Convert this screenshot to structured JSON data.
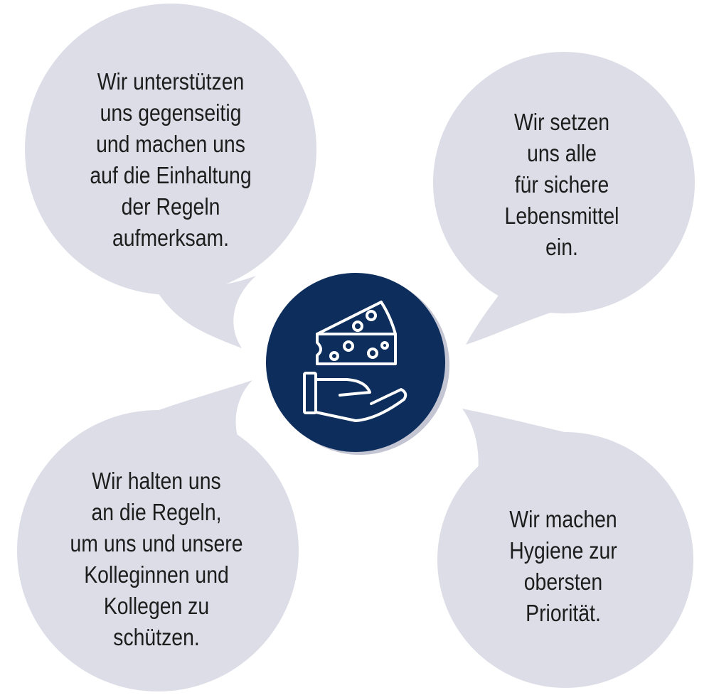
{
  "bubbles": {
    "top_left": "Wir unterstützen\nuns gegenseitig\nund machen uns\nauf die Einhaltung\nder Regeln\naufmerksam.",
    "top_right": "Wir setzen\nuns alle\nfür sichere\nLebensmittel\nein.",
    "bottom_left": "Wir halten uns\nan die Regeln,\num uns und unsere\nKolleginnen und\nKollegen zu\nschützen.",
    "bottom_right": "Wir machen\nHygiene zur\nobersten\nPriorität."
  },
  "center_icon": "cheese-on-hand-icon",
  "colors": {
    "bubble": "#dcdde7",
    "center_circle": "#0d2e5c",
    "center_shadow": "#c4c5d3",
    "icon_stroke": "#ffffff",
    "text": "#1d1d1d"
  }
}
